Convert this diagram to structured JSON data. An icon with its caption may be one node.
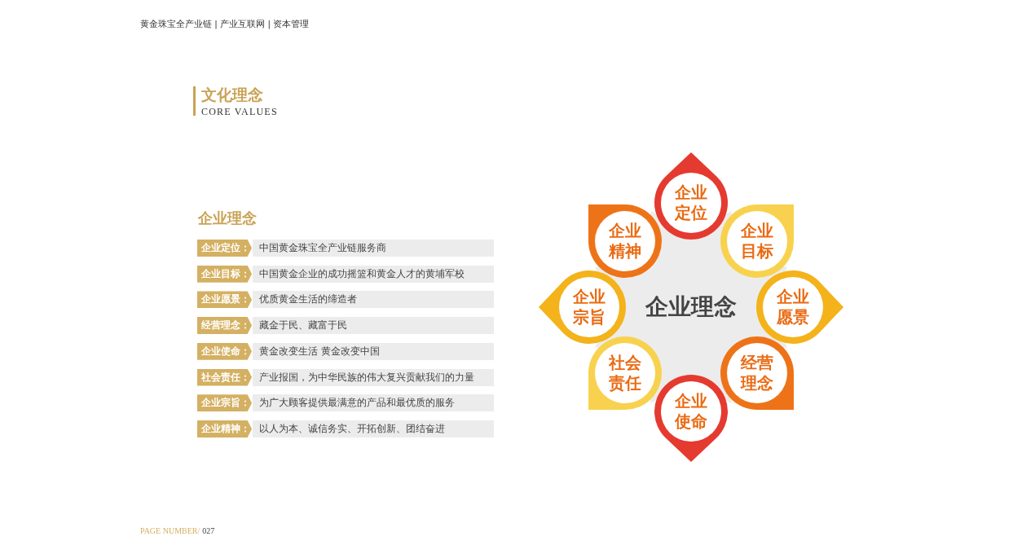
{
  "diagram": {
    "title": "文化理念",
    "nodes": [
      {
        "text": [
          "企业理念"
        ]
      },
      {
        "text": [
          "企业定位"
        ]
      },
      {
        "text": [
          "企业精神"
        ]
      },
      {
        "text": [
          "企业目标"
        ]
      },
      {
        "text": [
          "企业宗旨"
        ]
      },
      {
        "text": [
          "企业愿景"
        ]
      },
      {
        "text": [
          "社会责任"
        ]
      },
      {
        "text": [
          "经营理念"
        ]
      },
      {
        "text": [
          "企业使命"
        ]
      }
    ],
    "labels": [
      "黄金珠宝全产业链 | 产业互联网 | 资本管理",
      "CORE VALUES",
      "企业理念",
      "企业定位：",
      "中国黄金珠宝全产业链服务商",
      "企业目标：",
      "中国黄金企业的成功摇篮和黄金人才的黄埔军校",
      "企业愿景：",
      "优质黄金生活的缔造者",
      "经营理念：",
      "藏金于民、藏富于民",
      "企业使命：",
      "黄金改变生活 黄金改变中国",
      "社会责任：",
      "产业报国，为中华民族的伟大复兴贡献我们的力量",
      "企业宗旨：",
      "为广大顾客提供最满意的产品和最优质的服务",
      "企业精神：",
      "以人为本、诚信务实、开拓创新、团结奋进",
      "PAGE NUMBER/",
      "027"
    ]
  }
}
